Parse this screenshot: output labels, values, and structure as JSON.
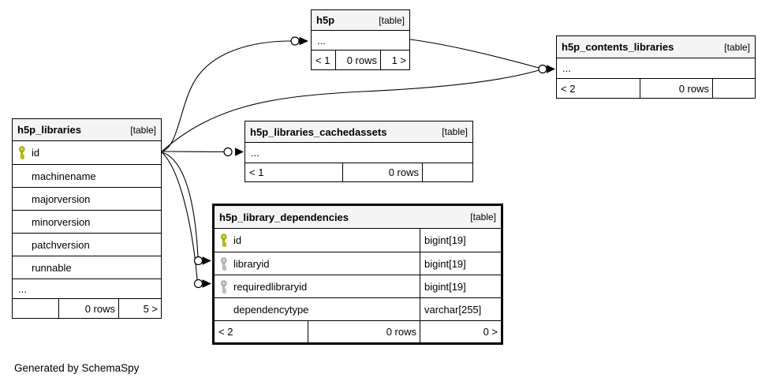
{
  "page": {
    "footer_note": "Generated by SchemaSpy"
  },
  "colors": {
    "line": "#000000",
    "border": "#000000",
    "header_bg": "#f4f4f4",
    "pk_key": "#c9c900",
    "pk_key_outline": "#8b8b00",
    "fk_key": "#c9c9c9",
    "fk_key_outline": "#8f8f8f"
  },
  "tables": [
    {
      "name": "h5p",
      "tag": "[table]",
      "rows": [
        {
          "label": "..."
        }
      ],
      "footer": {
        "left": "< 1",
        "center": "0 rows",
        "right": "1 >"
      }
    },
    {
      "name": "h5p_contents_libraries",
      "tag": "[table]",
      "rows": [
        {
          "label": "..."
        }
      ],
      "footer": {
        "left": "< 2",
        "center": "0 rows",
        "right": ""
      }
    },
    {
      "name": "h5p_libraries",
      "tag": "[table]",
      "rows": [
        {
          "icon": "primary-key-icon",
          "label": "id"
        },
        {
          "label": "machinename"
        },
        {
          "label": "majorversion"
        },
        {
          "label": "minorversion"
        },
        {
          "label": "patchversion"
        },
        {
          "label": "runnable"
        },
        {
          "label": "..."
        }
      ],
      "footer": {
        "left": "",
        "center": "0 rows",
        "right": "5 >"
      }
    },
    {
      "name": "h5p_libraries_cachedassets",
      "tag": "[table]",
      "rows": [
        {
          "label": "..."
        }
      ],
      "footer": {
        "left": "< 1",
        "center": "0 rows",
        "right": ""
      }
    },
    {
      "name": "h5p_library_dependencies",
      "tag": "[table]",
      "rows": [
        {
          "icon": "primary-key-icon",
          "label": "id",
          "datatype": "bigint[19]"
        },
        {
          "icon": "foreign-key-icon",
          "label": "libraryid",
          "datatype": "bigint[19]"
        },
        {
          "icon": "foreign-key-icon",
          "label": "requiredlibraryid",
          "datatype": "bigint[19]"
        },
        {
          "label": "dependencytype",
          "datatype": "varchar[255]"
        }
      ],
      "footer": {
        "left": "< 2",
        "center": "0 rows",
        "right": "0 >"
      }
    }
  ]
}
